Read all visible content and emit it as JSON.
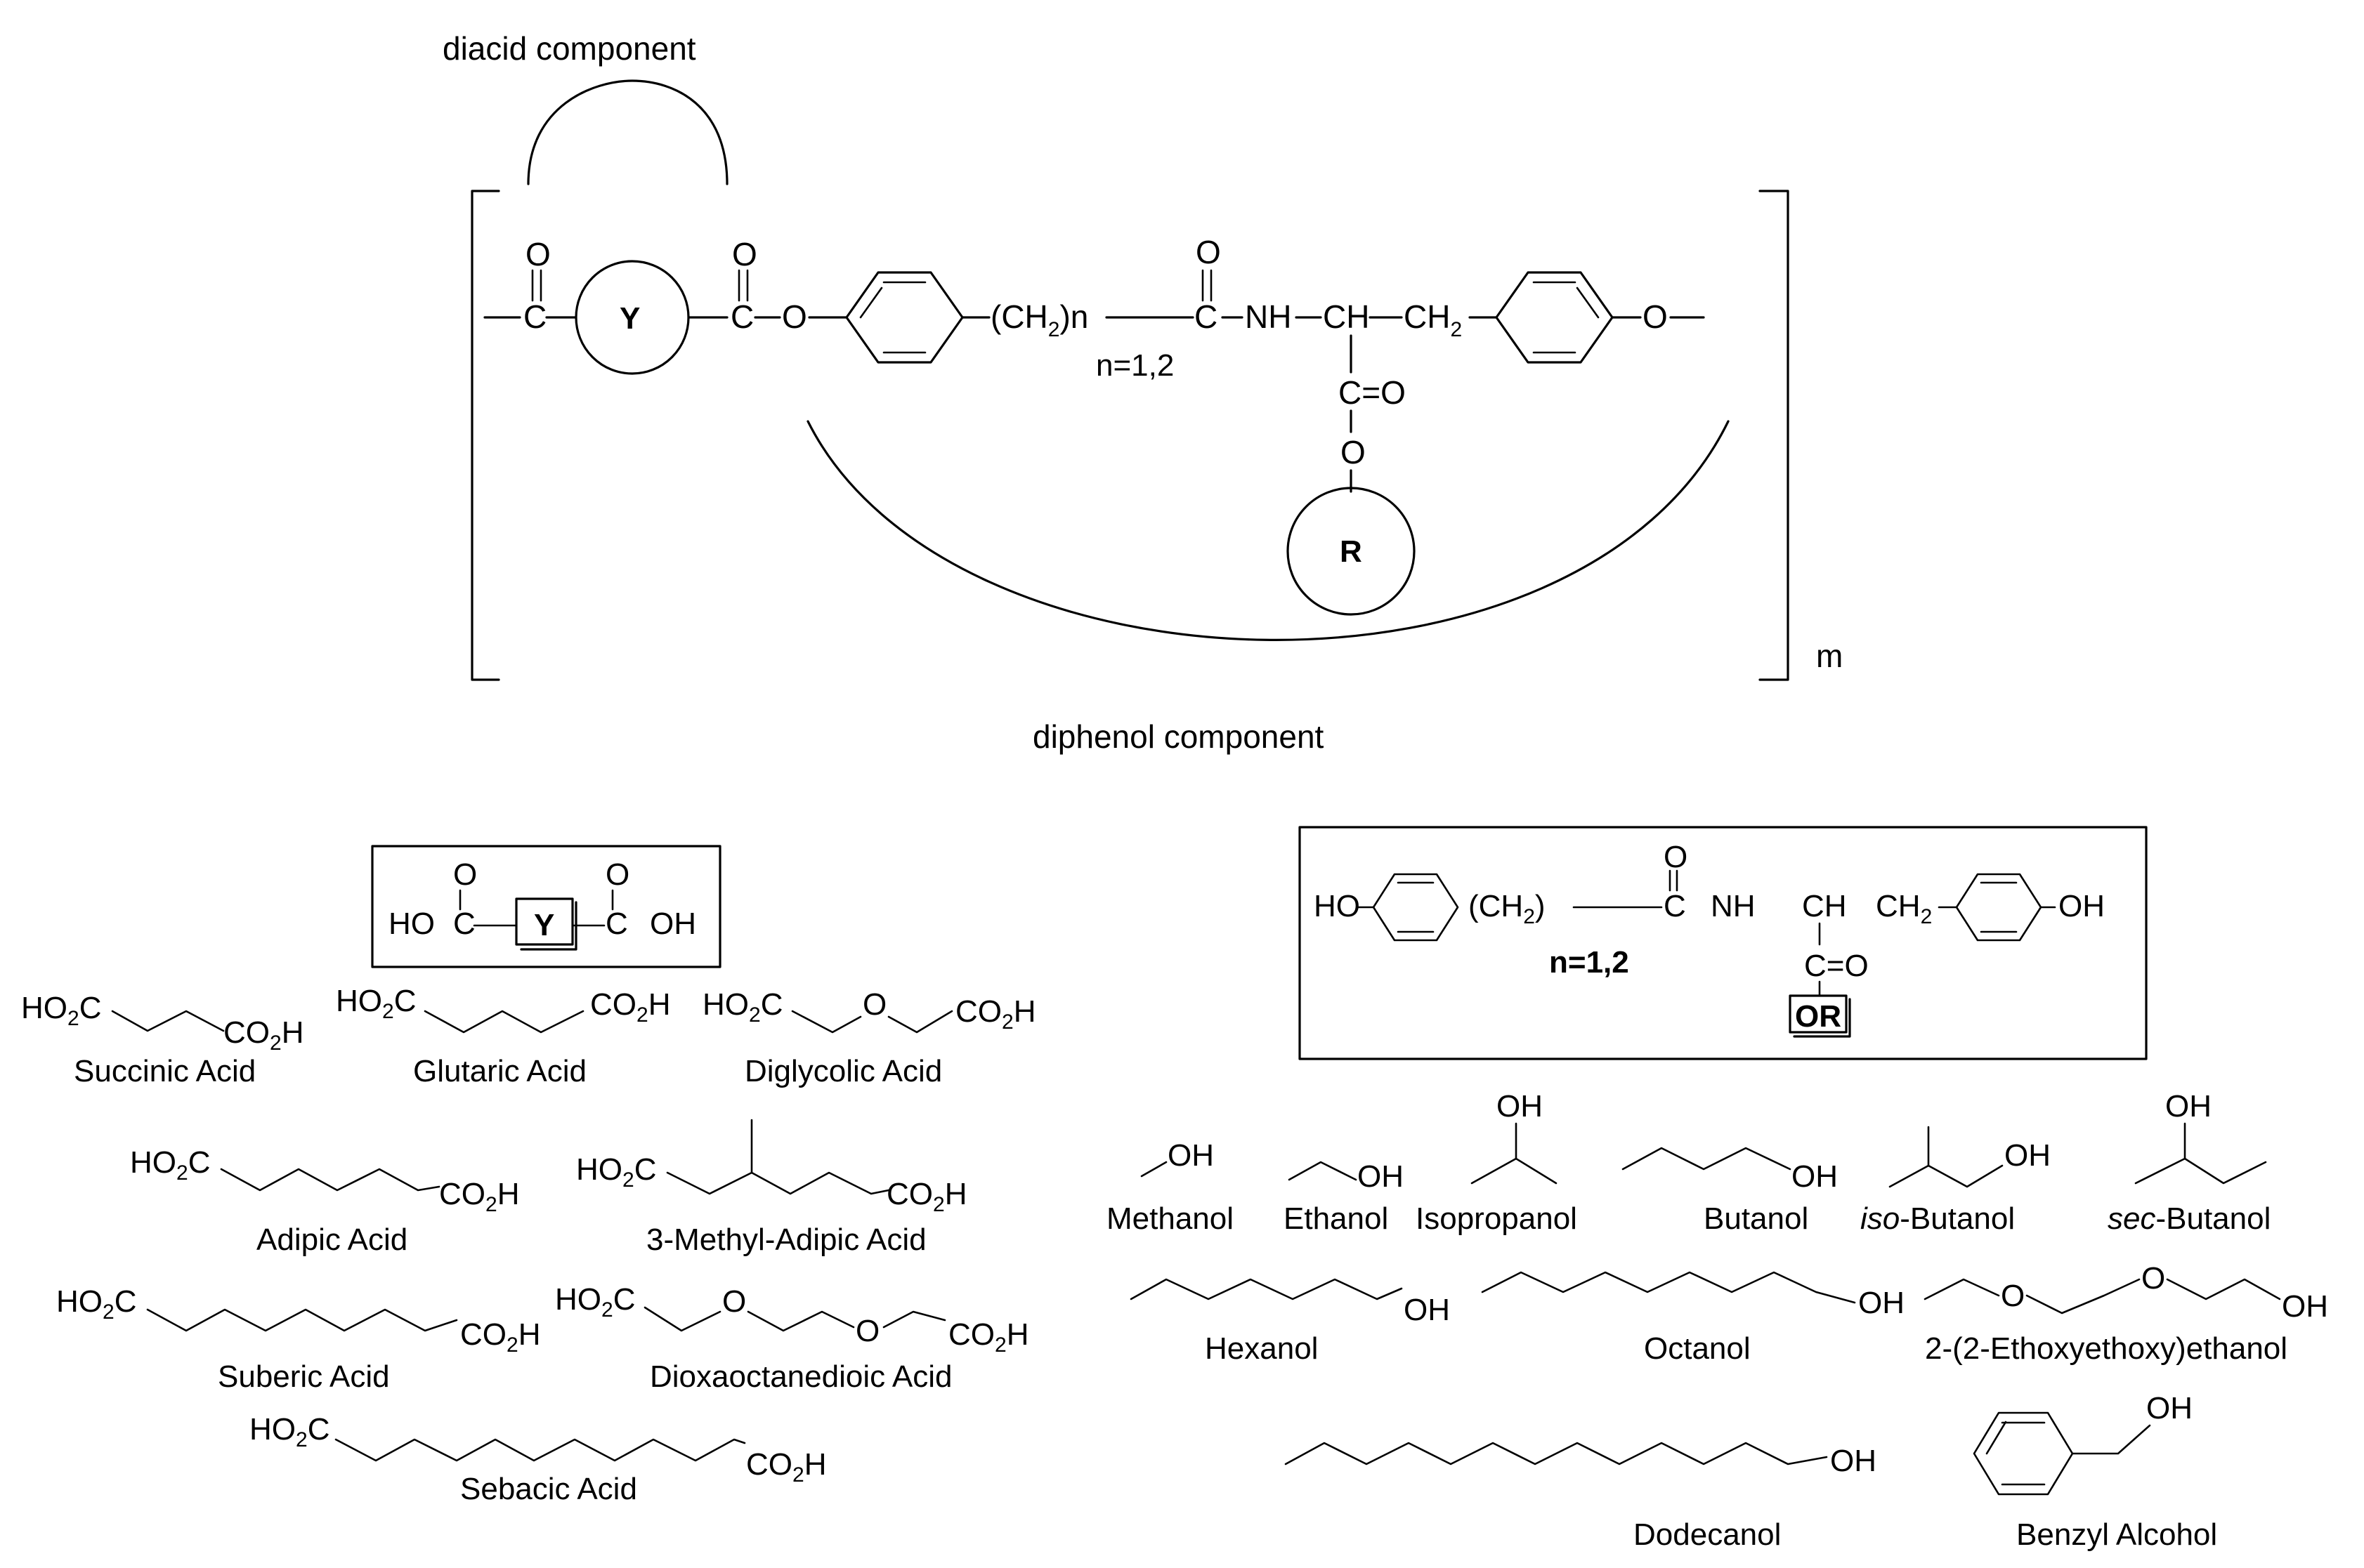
{
  "polymer": {
    "diacid_label": "diacid component",
    "diphenol_label": "diphenol component",
    "repeat": "m",
    "y_unit": "Y",
    "r_group": "R",
    "n_value": "n=1,2",
    "carbonyl_o": "O",
    "ester_o": "O",
    "ester_c": "C",
    "ch2n": "(CH",
    "ch2n_sub": "2",
    "ch2n_tail": ")n",
    "nh": "NH",
    "ch": "CH",
    "ch2": "CH",
    "ch2_sub": "2",
    "c_eq_o": "C=O",
    "o_link": "O"
  },
  "diacid_box": {
    "ho": "HO",
    "c": "C",
    "y": "Y",
    "oh": "OH",
    "o": "O"
  },
  "diphenol_box": {
    "ho": "HO",
    "ch2": "(CH",
    "ch2_sub": "2",
    "ch2_close": ")",
    "n": "n=1,2",
    "o": "O",
    "c": "C",
    "nh": "NH",
    "ch": "CH",
    "ch2b": "CH",
    "ch2b_sub": "2",
    "oh": "OH",
    "c_eq_o": "C=O",
    "or": "OR"
  },
  "diacid_fragments": {
    "ho2c": "HO",
    "ho2c_sub": "2",
    "ho2c_c": "C",
    "co2h": "CO",
    "co2h_sub": "2",
    "co2h_h": "H",
    "ether_o": "O"
  },
  "diacids": [
    {
      "name": "Succinic Acid"
    },
    {
      "name": "Glutaric Acid"
    },
    {
      "name": "Diglycolic Acid"
    },
    {
      "name": "Adipic Acid"
    },
    {
      "name": "3-Methyl-Adipic Acid"
    },
    {
      "name": "Suberic Acid"
    },
    {
      "name": "Dioxaoctanedioic Acid"
    },
    {
      "name": "Sebacic Acid"
    }
  ],
  "alcohol_fragments": {
    "oh": "OH",
    "ether_o": "O"
  },
  "alcohols": [
    {
      "name": "Methanol"
    },
    {
      "name": "Ethanol"
    },
    {
      "name": "Isopropanol"
    },
    {
      "name": "Butanol"
    },
    {
      "name": "iso-Butanol",
      "prefix": "iso",
      "rest": "-Butanol"
    },
    {
      "name": "sec-Butanol",
      "prefix": "sec",
      "rest": "-Butanol"
    },
    {
      "name": "Hexanol"
    },
    {
      "name": "Octanol"
    },
    {
      "name": "2-(2-Ethoxyethoxy)ethanol"
    },
    {
      "name": "Dodecanol"
    },
    {
      "name": "Benzyl Alcohol"
    }
  ]
}
